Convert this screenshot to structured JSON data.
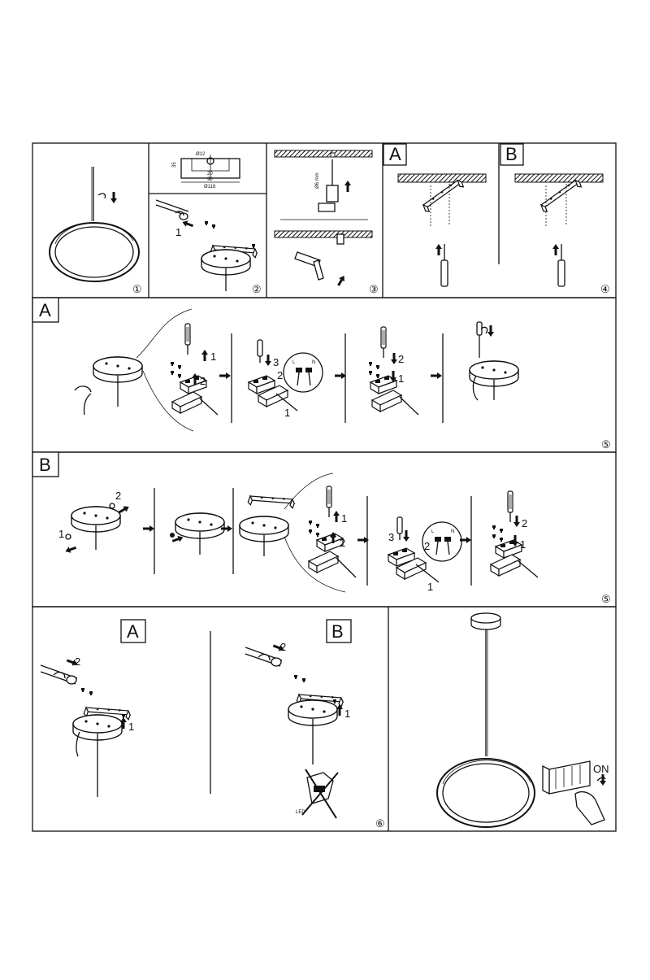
{
  "steps": {
    "s1": "①",
    "s2": "②",
    "s3": "③",
    "s4": "④",
    "s5a": "⑤",
    "s5b": "⑤",
    "s6": "⑥"
  },
  "labels": {
    "a4": "A",
    "b4": "B",
    "a5": "A",
    "b5": "B",
    "a6": "A",
    "b6": "B"
  },
  "dims": {
    "d12": "Ø12",
    "d20": "20",
    "d90": "90",
    "d118": "Ø118",
    "d6mm": "Ø6 mm",
    "d35": "35"
  },
  "callouts": {
    "n1": "1",
    "n2": "2",
    "n3": "3"
  },
  "wiring": {
    "L": "L",
    "N": "N"
  },
  "switch": {
    "on": "ON"
  },
  "warning": {
    "led": "LED"
  }
}
